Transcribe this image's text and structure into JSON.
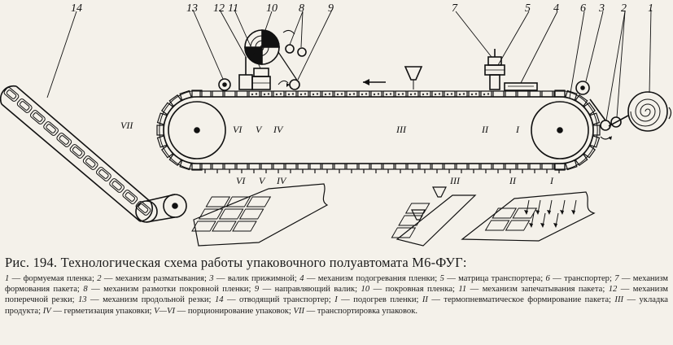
{
  "labels": {
    "numbers": [
      "1",
      "2",
      "3",
      "4",
      "5",
      "6",
      "7",
      "8",
      "9",
      "10",
      "11",
      "12",
      "13",
      "14"
    ],
    "roman": [
      "I",
      "II",
      "III",
      "IV",
      "V",
      "VI",
      "VII"
    ]
  },
  "caption": {
    "title": "Рис. 194. Технологическая схема работы упаковочного полуавтомата М6-ФУГ:",
    "legend": [
      {
        "num": "1",
        "text": " — формуемая пленка; "
      },
      {
        "num": "2",
        "text": " — механизм разматывания; "
      },
      {
        "num": "3",
        "text": " — валик прижимной; "
      },
      {
        "num": "4",
        "text": " — механизм подогревания пленки; "
      },
      {
        "num": "5",
        "text": " — матрица транспортера; "
      },
      {
        "num": "6",
        "text": " — транспортер; "
      },
      {
        "num": "7",
        "text": " — механизм формования пакета; "
      },
      {
        "num": "8",
        "text": " — механизм размотки покровной пленки; "
      },
      {
        "num": "9",
        "text": " — направляющий валик; "
      },
      {
        "num": "10",
        "text": " — покровная пленка; "
      },
      {
        "num": "11",
        "text": " — механизм запечатывания пакета; "
      },
      {
        "num": "12",
        "text": " — механизм поперечной резки; "
      },
      {
        "num": "13",
        "text": " — механизм продольной резки; "
      },
      {
        "num": "14",
        "text": " — отводящий транспортер; "
      },
      {
        "num": "I",
        "text": " — подогрев пленки; "
      },
      {
        "num": "II",
        "text": " — термопневматическое формирование пакета; "
      },
      {
        "num": "III",
        "text": " — укладка продукта; "
      },
      {
        "num": "IV",
        "text": " — герметизация упаковки; "
      },
      {
        "num": "V—VI",
        "text": " — порционирование упаковок; "
      },
      {
        "num": "VII",
        "text": " — транспортировка упаковок."
      }
    ]
  }
}
